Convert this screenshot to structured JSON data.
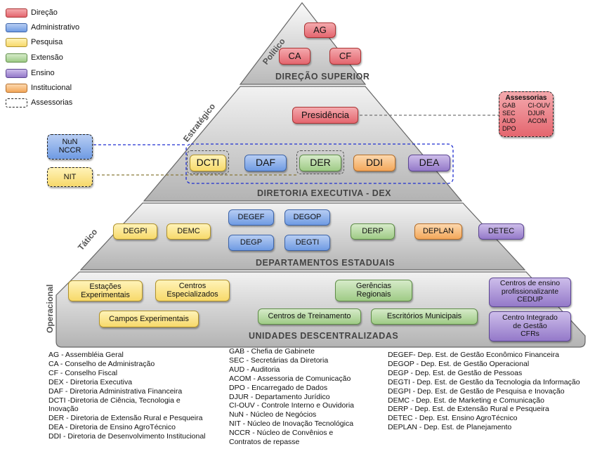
{
  "legend": [
    {
      "label": "Direção",
      "color": "red"
    },
    {
      "label": "Administrativo",
      "color": "blue"
    },
    {
      "label": "Pesquisa",
      "color": "yellow"
    },
    {
      "label": "Extensão",
      "color": "green"
    },
    {
      "label": "Ensino",
      "color": "purple"
    },
    {
      "label": "Institucional",
      "color": "orange"
    },
    {
      "label": "Assessorias",
      "color": "dashed"
    }
  ],
  "tiers": {
    "politico": "Político",
    "estrategico": "Estratégico",
    "tatico": "Tático",
    "operacional": "Operacional"
  },
  "sections": {
    "direcao": "DIREÇÃO SUPERIOR",
    "dex": "DIRETORIA EXECUTIVA - DEX",
    "departamentos": "DEPARTAMENTOS ESTADUAIS",
    "unidades": "UNIDADES DESCENTRALIZADAS"
  },
  "boxes": {
    "ag": "AG",
    "ca": "CA",
    "cf": "CF",
    "presidencia": "Presidência",
    "assessorias_title": "Assessorias",
    "assessorias_col1": [
      "GAB",
      "SEC",
      "AUD",
      "DPO"
    ],
    "assessorias_col2": [
      "CI-OUV",
      "DJUR",
      "ACOM"
    ],
    "nun": "NuN",
    "nccr": "NCCR",
    "nit": "NIT",
    "dcti": "DCTI",
    "daf": "DAF",
    "der": "DER",
    "ddi": "DDI",
    "dea": "DEA",
    "degpi": "DEGPI",
    "demc": "DEMC",
    "degef": "DEGEF",
    "degop": "DEGOP",
    "degp": "DEGP",
    "degti": "DEGTI",
    "derp": "DERP",
    "deplan": "DEPLAN",
    "detec": "DETEC",
    "estacoes_1": "Estações",
    "estacoes_2": "Experimentais",
    "centros_esp_1": "Centros",
    "centros_esp_2": "Especializados",
    "campos": "Campos Experimentais",
    "gerencias_1": "Gerências",
    "gerencias_2": "Regionais",
    "centros_trein": "Centros de Treinamento",
    "escritorios": "Escritórios Municipais",
    "cedup_1": "Centros de ensino",
    "cedup_2": "profissionalizante",
    "cedup_3": "CEDUP",
    "cfrs_1": "Centro Integrado",
    "cfrs_2": "de Gestão",
    "cfrs_3": "CFRs"
  },
  "glossary_col1": [
    "AG -    Assembléia Geral",
    "CA -    Conselho de Administração",
    "CF -    Conselho Fiscal",
    "DEX - Diretoria Executiva",
    "DAF - Diretoria Administrativa Financeira",
    "DCTI -Diretoria de Ciência, Tecnologia e",
    "Inovação",
    "DER - Diretoria de Extensão Rural e Pesqueira",
    "DEA - Diretoria de Ensino AgroTécnico",
    "DDI -  Diretoria de Desenvolvimento Institucional"
  ],
  "glossary_col2": [
    "GAB -  Chefia de Gabinete",
    "SEC - Secretárias da Diretoria",
    "AUD - Auditoria",
    "ACOM - Assessoria de Comunicação",
    "DPO - Encarregado de Dados",
    "DJUR - Departamento Jurídico",
    "CI-OUV - Controle Interno e Ouvidoria",
    "NuN - Núcleo de Negócios",
    "NIT - Núcleo de Inovação Tecnológica",
    "NCCR - Núcleo de Convênios e",
    "Contratos de repasse"
  ],
  "glossary_col3": [
    "DEGEF-   Dep. Est. de Gestão Econômico Financeira",
    "DEGOP -  Dep. Est. de Gestão Operacional",
    "DEGP -    Dep. Est. de Gestão de Pessoas",
    "DEGTI -   Dep. Est. de Gestão da Tecnologia da Informação",
    "DEGPI -   Dep. Est. de Gestão de Pesquisa e Inovação",
    "DEMC -   Dep. Est. de Marketing e Comunicação",
    "DERP -    Dep. Est. de Extensão Rural e Pesqueira",
    "DETEC -  Dep. Est. Ensino AgroTécnico",
    "DEPLAN - Dep. Est. de Planejamento"
  ]
}
